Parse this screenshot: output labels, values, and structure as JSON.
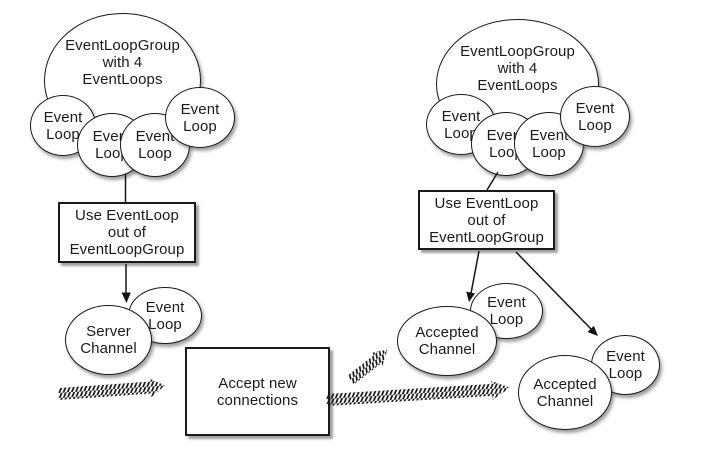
{
  "labels": {
    "event_loop_group": "EventLoopGroup\nwith 4\nEventLoops",
    "event_loop": "Event\nLoop",
    "use_event_loop": "Use EventLoop\nout of\nEventLoopGroup",
    "server_channel": "Server\nChannel",
    "accepted_channel": "Accepted\nChannel",
    "accept_new_connections": "Accept new\nconnections"
  },
  "colors": {
    "shape_border": "#1a1a1a",
    "shape_fill": "#ffffff",
    "text": "#1b1b1b",
    "connector": "#161616",
    "background": "#ffffff"
  }
}
